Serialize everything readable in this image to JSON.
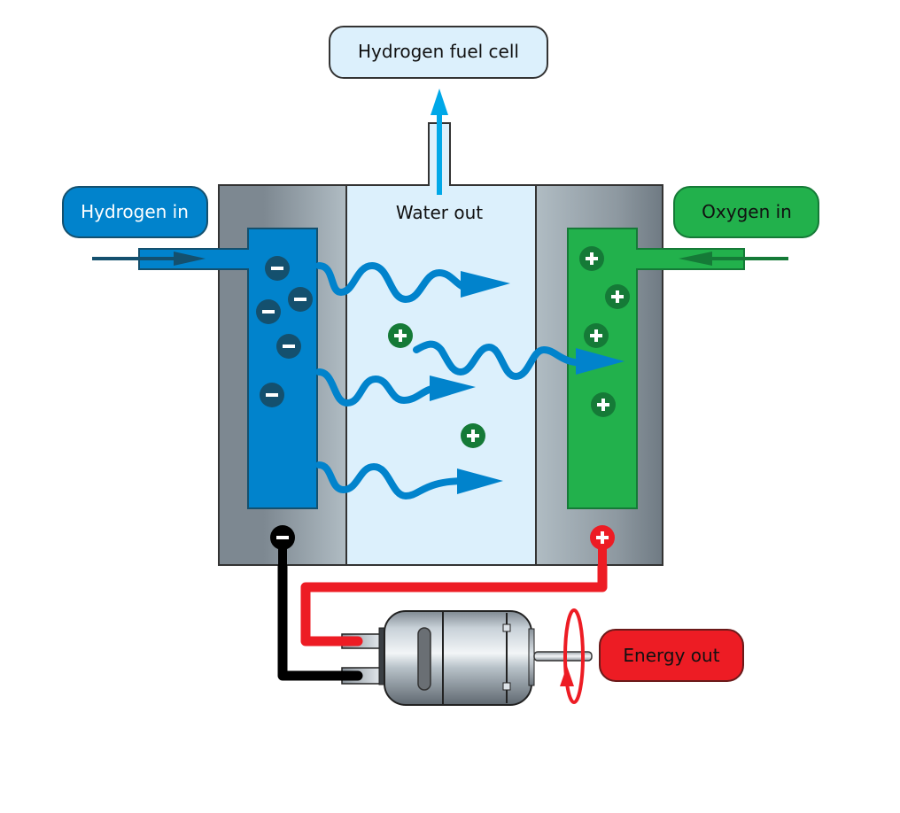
{
  "diagram": {
    "title": "Hydrogen fuel cell",
    "labels": {
      "hydrogen_in": "Hydrogen in",
      "oxygen_in": "Oxygen in",
      "water_out": "Water out",
      "energy_out": "Energy out"
    },
    "terminals": {
      "negative": "−",
      "positive": "+"
    },
    "ions": {
      "electron_sign": "−",
      "proton_sign": "+",
      "anode_electron_count": 5,
      "electrolyte_proton_count": 2,
      "cathode_proton_count": 4
    },
    "colors": {
      "hydrogen_blue": "#0183cc",
      "oxygen_green": "#22b14c",
      "energy_red": "#ed1c24",
      "title_fill": "#dcf0fc",
      "electrolyte_fill": "#dcf0fc",
      "housing_gray": "#8a959e",
      "electron_dark": "#14506e",
      "proton_dark": "#157a37",
      "water_arrow": "#00a8e8"
    }
  }
}
